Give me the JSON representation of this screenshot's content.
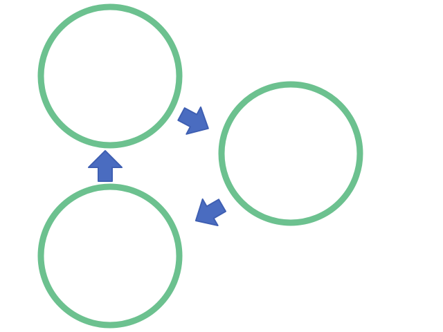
{
  "diagram": {
    "type": "cycle",
    "nodes": [
      {
        "id": "node-top-left"
      },
      {
        "id": "node-right"
      },
      {
        "id": "node-bottom-left"
      }
    ],
    "edges": [
      {
        "from": "node-top-left",
        "to": "node-right"
      },
      {
        "from": "node-right",
        "to": "node-bottom-left"
      },
      {
        "from": "node-bottom-left",
        "to": "node-top-left"
      }
    ],
    "colors": {
      "node_outline": "#6cc18f",
      "arrow_fill": "#4a6cc0",
      "arrow_stroke": "#3f5fb2",
      "background": "#ffffff"
    }
  }
}
